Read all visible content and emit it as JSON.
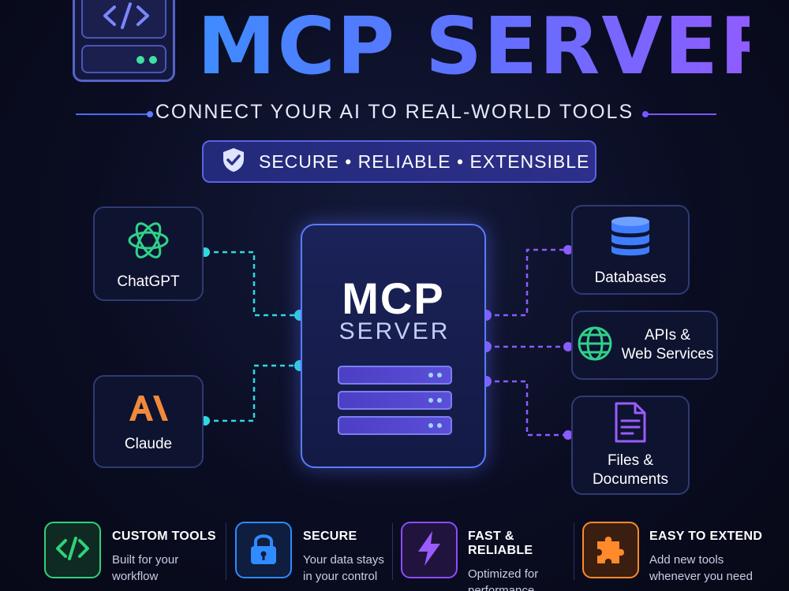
{
  "header": {
    "title": "MCP SERVER",
    "subtitle": "CONNECT YOUR AI TO REAL-WORLD TOOLS",
    "logo_icon": "server-code-icon"
  },
  "badge": {
    "icon": "shield-check-icon",
    "text": "SECURE • RELIABLE • EXTENSIBLE"
  },
  "clients": [
    {
      "label": "ChatGPT",
      "icon": "openai-logo-icon"
    },
    {
      "label": "Claude",
      "icon": "anthropic-logo-icon"
    }
  ],
  "center": {
    "title": "MCP",
    "subtitle": "SERVER"
  },
  "services": [
    {
      "label": "Databases",
      "icon": "database-icon"
    },
    {
      "label_line1": "APIs &",
      "label_line2": "Web Services",
      "icon": "globe-icon"
    },
    {
      "label_line1": "Files &",
      "label_line2": "Documents",
      "icon": "document-icon"
    }
  ],
  "features": [
    {
      "title": "CUSTOM TOOLS",
      "desc_line1": "Built for your",
      "desc_line2": "workflow",
      "icon": "code-icon",
      "color": "#2fd17a"
    },
    {
      "title": "SECURE",
      "desc_line1": "Your data stays",
      "desc_line2": "in your control",
      "icon": "lock-icon",
      "color": "#2f8bff"
    },
    {
      "title": "FAST & RELIABLE",
      "desc_line1": "Optimized for",
      "desc_line2": "performance",
      "icon": "lightning-icon",
      "color": "#8a4dff"
    },
    {
      "title": "EASY TO EXTEND",
      "desc_line1": "Add new tools",
      "desc_line2": "whenever you need",
      "icon": "puzzle-icon",
      "color": "#ff8a2a"
    }
  ],
  "colors": {
    "background": "#0a0d22",
    "accent_blue": "#3f8cff",
    "accent_purple": "#8f5cff",
    "connector_teal": "#2fd9e0",
    "connector_purple": "#8a5cff"
  }
}
